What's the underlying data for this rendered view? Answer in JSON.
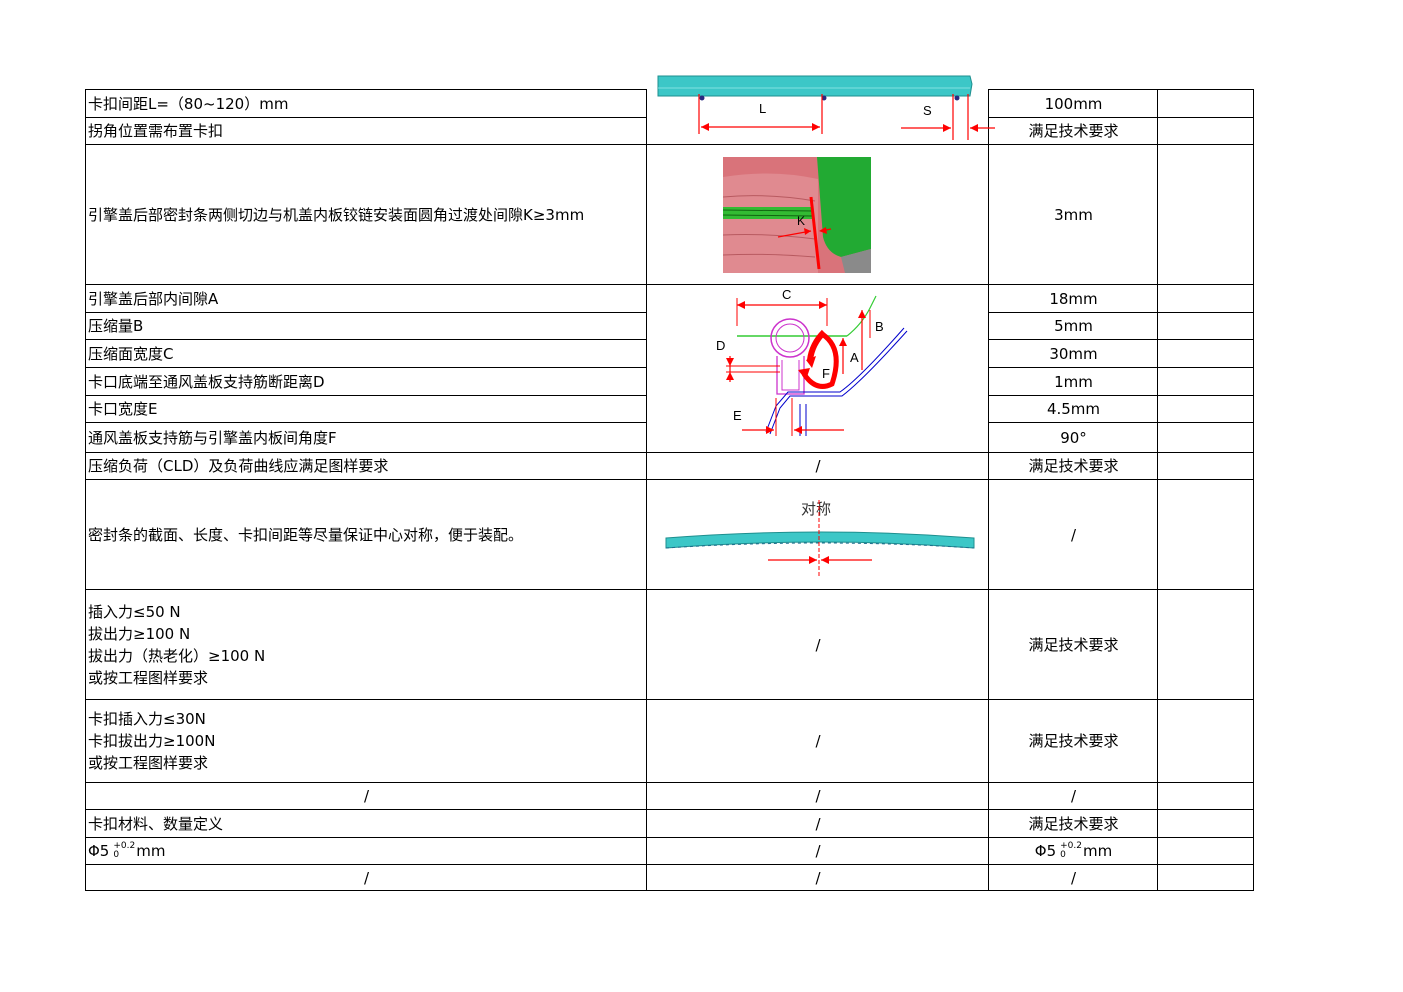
{
  "rows": [
    {
      "c1": "卡扣间距L=（80~120）mm",
      "c2": "",
      "c3": "100mm"
    },
    {
      "c1": "拐角位置需布置卡扣",
      "c2": "",
      "c3": "满足技术要求"
    },
    {
      "c1": "引擎盖后部密封条两侧切边与机盖内板铰链安装面圆角过渡处间隙K≥3mm",
      "c2": "",
      "c3": "3mm"
    },
    {
      "c1": "引擎盖后部内间隙A",
      "c2": "",
      "c3": "18mm"
    },
    {
      "c1": "压缩量B",
      "c2": "",
      "c3": "5mm"
    },
    {
      "c1": "压缩面宽度C",
      "c2": "",
      "c3": "30mm"
    },
    {
      "c1": "卡口底端至通风盖板支持筋断距离D",
      "c2": "",
      "c3": "1mm"
    },
    {
      "c1": "卡口宽度E",
      "c2": "",
      "c3": "4.5mm"
    },
    {
      "c1": "通风盖板支持筋与引擎盖内板间角度F",
      "c2": "",
      "c3": "90°"
    },
    {
      "c1": "压缩负荷（CLD）及负荷曲线应满足图样要求",
      "c2": "/",
      "c3": "满足技术要求"
    },
    {
      "c1": "密封条的截面、长度、卡扣间距等尽量保证中心对称，便于装配。",
      "c2": "",
      "c3": "/"
    },
    {
      "c1_lines": [
        "插入力≤50 N",
        "拔出力≥100 N",
        "拔出力（热老化）≥100 N",
        "或按工程图样要求"
      ],
      "c2": "/",
      "c3": "满足技术要求"
    },
    {
      "c1_lines": [
        "卡扣插入力≤30N",
        "卡扣拔出力≥100N",
        "或按工程图样要求"
      ],
      "c2": "/",
      "c3": "满足技术要求"
    },
    {
      "c1": "/",
      "c2": "/",
      "c3": "/"
    },
    {
      "c1": "卡扣材料、数量定义",
      "c2": "/",
      "c3": "满足技术要求"
    },
    {
      "c1_phi": {
        "main": "Φ5",
        "sub": "0",
        "sup": "+0.2",
        "unit": "mm"
      },
      "c2": "/",
      "c3_phi": {
        "main": "Φ5",
        "sub": "0",
        "sup": "+0.2",
        "unit": "mm"
      }
    },
    {
      "c1": "/",
      "c2": "/",
      "c3": "/"
    }
  ],
  "figures": {
    "clip_spacing": {
      "label_l": "L",
      "label_s": "S"
    },
    "gap_k": {
      "label_k": "K"
    },
    "section": {
      "label_a": "A",
      "label_b": "B",
      "label_c": "C",
      "label_d": "D",
      "label_e": "E",
      "label_f": "F"
    },
    "symmetry": {
      "label": "对称"
    }
  },
  "colors": {
    "teal": "#3cc7c7",
    "red": "#ff0000",
    "magenta": "#cc33cc",
    "green": "#33cc33",
    "blue": "#0000cc"
  }
}
